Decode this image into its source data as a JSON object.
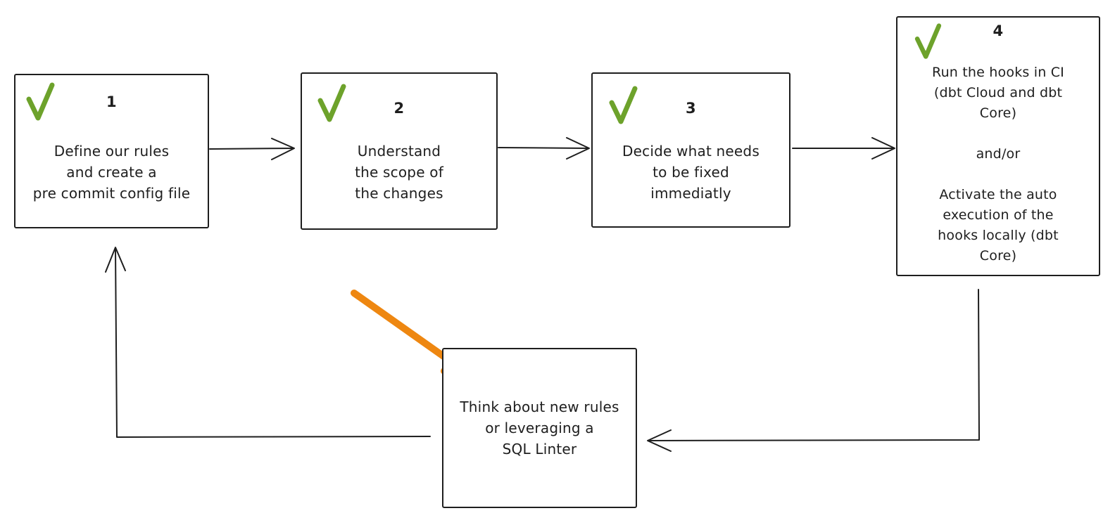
{
  "diagram": {
    "type": "flowchart",
    "style": "hand-drawn",
    "colors": {
      "background": "#ffffff",
      "ink": "#1e1e1e",
      "check_green": "#6da22b",
      "arrow_orange": "#ee8711"
    },
    "steps": [
      {
        "number": "1",
        "status": "checked",
        "label": "Define our rules\nand create a\npre commit config file"
      },
      {
        "number": "2",
        "status": "checked",
        "label": "Understand\nthe scope of\nthe changes"
      },
      {
        "number": "3",
        "status": "checked",
        "label": "Decide what needs\nto be fixed\nimmediatly"
      },
      {
        "number": "4",
        "status": "checked",
        "label": "Run the hooks in CI\n(dbt Cloud and dbt\nCore)\n\nand/or\n\nActivate the auto\nexecution of the\nhooks locally (dbt\nCore)"
      }
    ],
    "feedback_note": {
      "label": "Think about new rules\nor leveraging a\nSQL Linter"
    },
    "connections": [
      {
        "from": "step-1",
        "to": "step-2",
        "style": "black-arrow"
      },
      {
        "from": "step-2",
        "to": "step-3",
        "style": "black-arrow"
      },
      {
        "from": "step-3",
        "to": "step-4",
        "style": "black-arrow"
      },
      {
        "from": "step-4",
        "to": "feedback-note",
        "style": "black-arrow"
      },
      {
        "from": "feedback-note",
        "to": "step-1",
        "style": "black-arrow"
      },
      {
        "from": "annotation",
        "to": "feedback-note",
        "style": "orange-arrow"
      }
    ]
  }
}
